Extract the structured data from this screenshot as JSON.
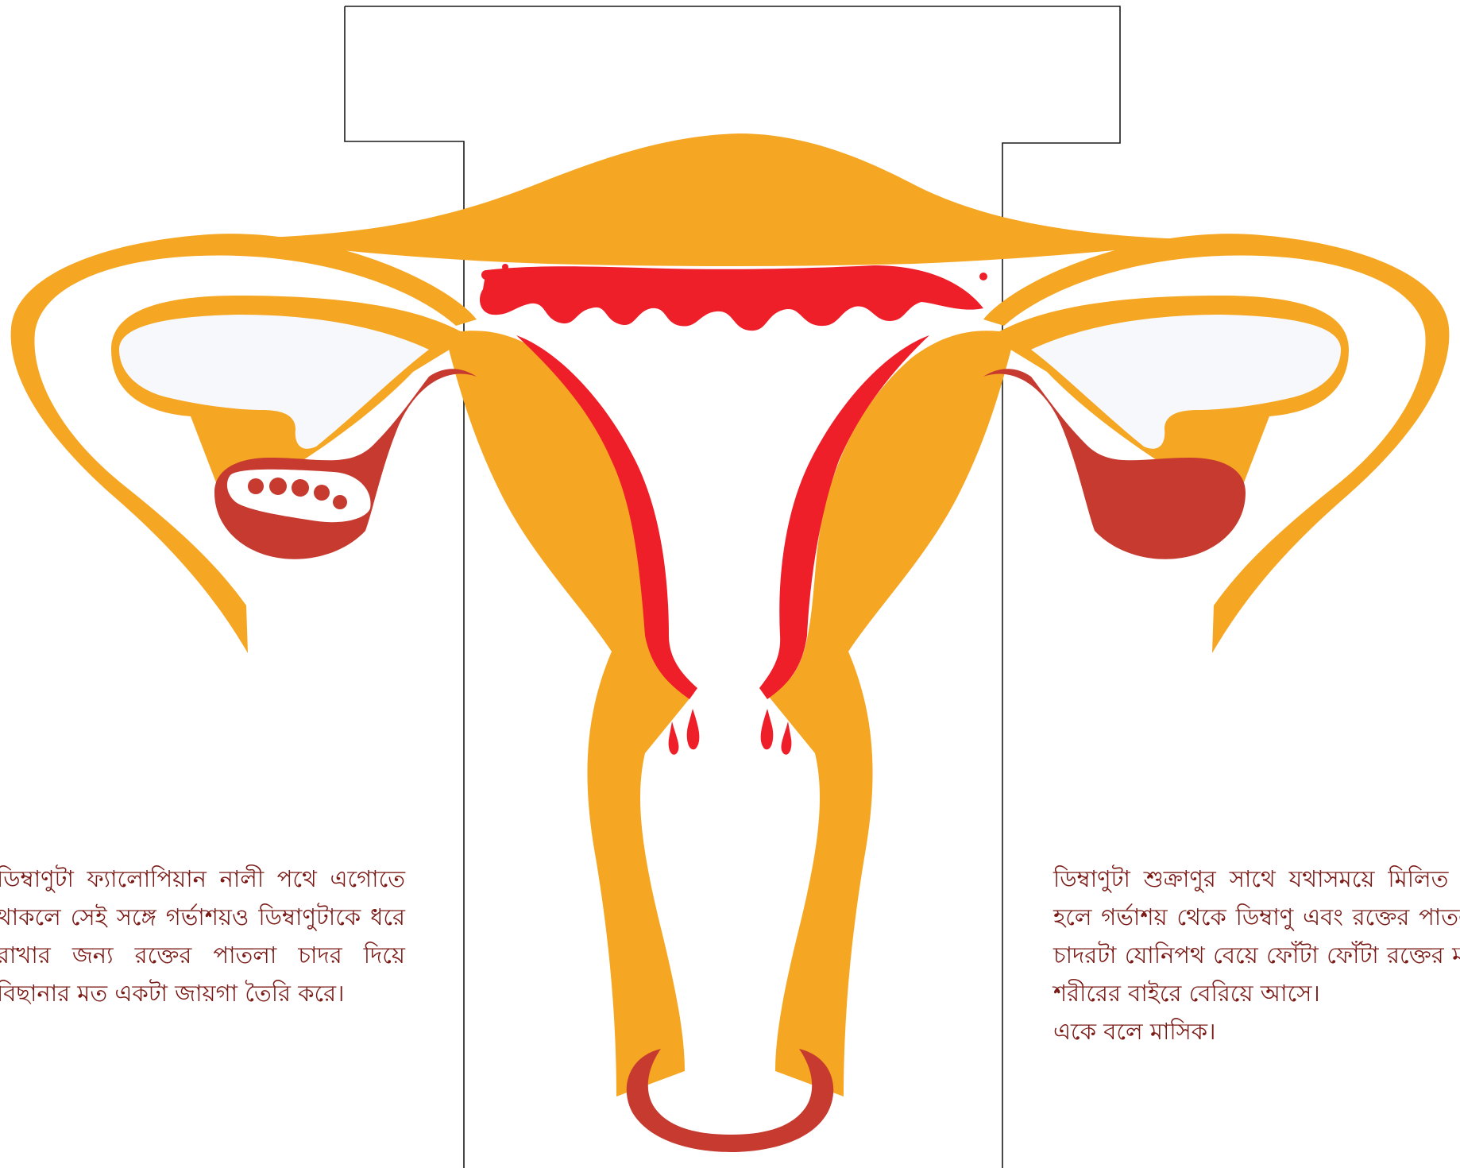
{
  "left_caption": "ডিম্বাণুটা ফ্যালোপিয়ান নালী পথে এগোতে থাকলে সেই সঙ্গে গর্ভাশয়ও ডিম্বাণুটাকে ধরে রাখার জন্য রক্তের পাতলা চাদর দিয়ে বিছানার মত একটা জায়গা তৈরি করে।",
  "right_caption": "ডিম্বাণুটা শুক্রাণুর সাথে যথাসময়ে মিলিত না হলে গর্ভাশয় থেকে ডিম্বাণু এবং রক্তের পাতলা চাদরটা যোনিপথ বেয়ে ফোঁটা ফোঁটা রক্তের মত শরীরের বাইরে বেরিয়ে আসে।",
  "right_caption_last_line": "একে বলে মাসিক।",
  "colors": {
    "uterus": "#f5a623",
    "blood": "#ee1f29",
    "ovary": "#c63a2f",
    "cavity": "#f7f8fb",
    "outline": "#1a1a1a",
    "text": "#7a1a16"
  }
}
